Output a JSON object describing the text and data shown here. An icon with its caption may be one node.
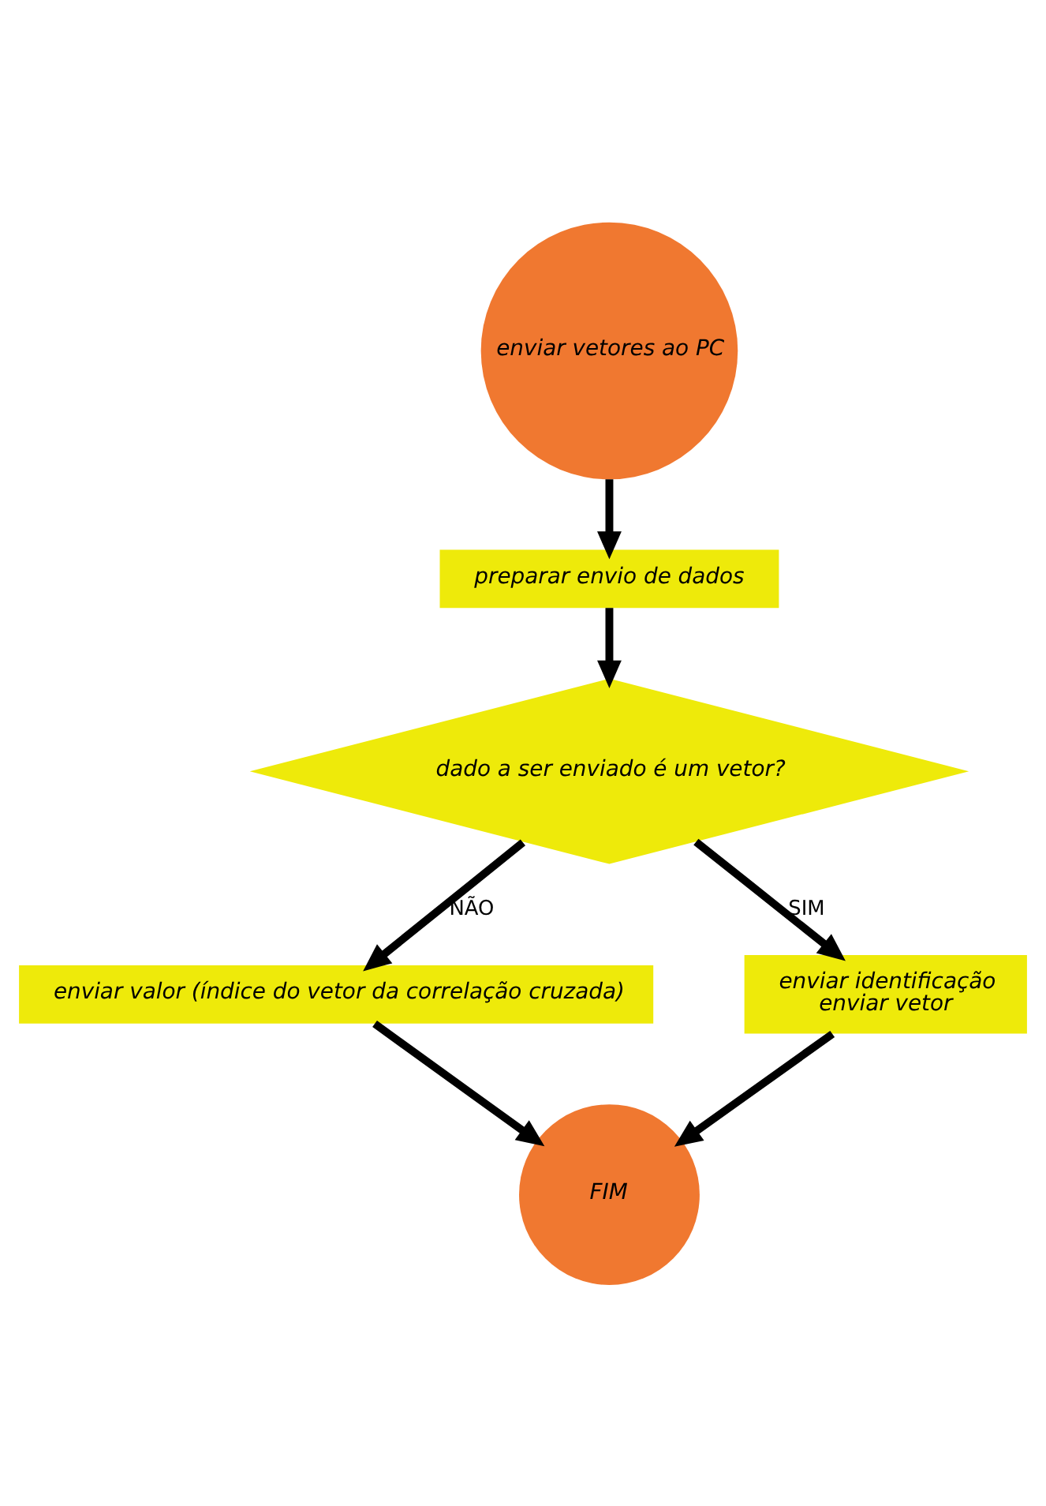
{
  "diagram": {
    "nodes": [
      {
        "text": [
          "enviar vetores ao PC"
        ]
      },
      {
        "text": [
          "preparar envio de dados"
        ]
      },
      {
        "text": [
          "dado a ser enviado é um vetor?"
        ]
      },
      {
        "text": [
          "enviar valor (índice do vetor da correlação cruzada)"
        ]
      },
      {
        "text": [
          "enviar identificação",
          "enviar vetor"
        ]
      },
      {
        "text": [
          "FIM"
        ]
      }
    ],
    "edges": [
      {
        "from": 0,
        "to": 1,
        "arrow": "to"
      },
      {
        "from": 1,
        "to": 2,
        "arrow": "to"
      },
      {
        "from": 2,
        "to": 3,
        "label": "NÃO",
        "arrow": "to"
      },
      {
        "from": 2,
        "to": 4,
        "label": "SIM",
        "arrow": "to"
      },
      {
        "from": 3,
        "to": 5,
        "arrow": "to"
      },
      {
        "from": 4,
        "to": 5,
        "arrow": "to"
      }
    ]
  }
}
